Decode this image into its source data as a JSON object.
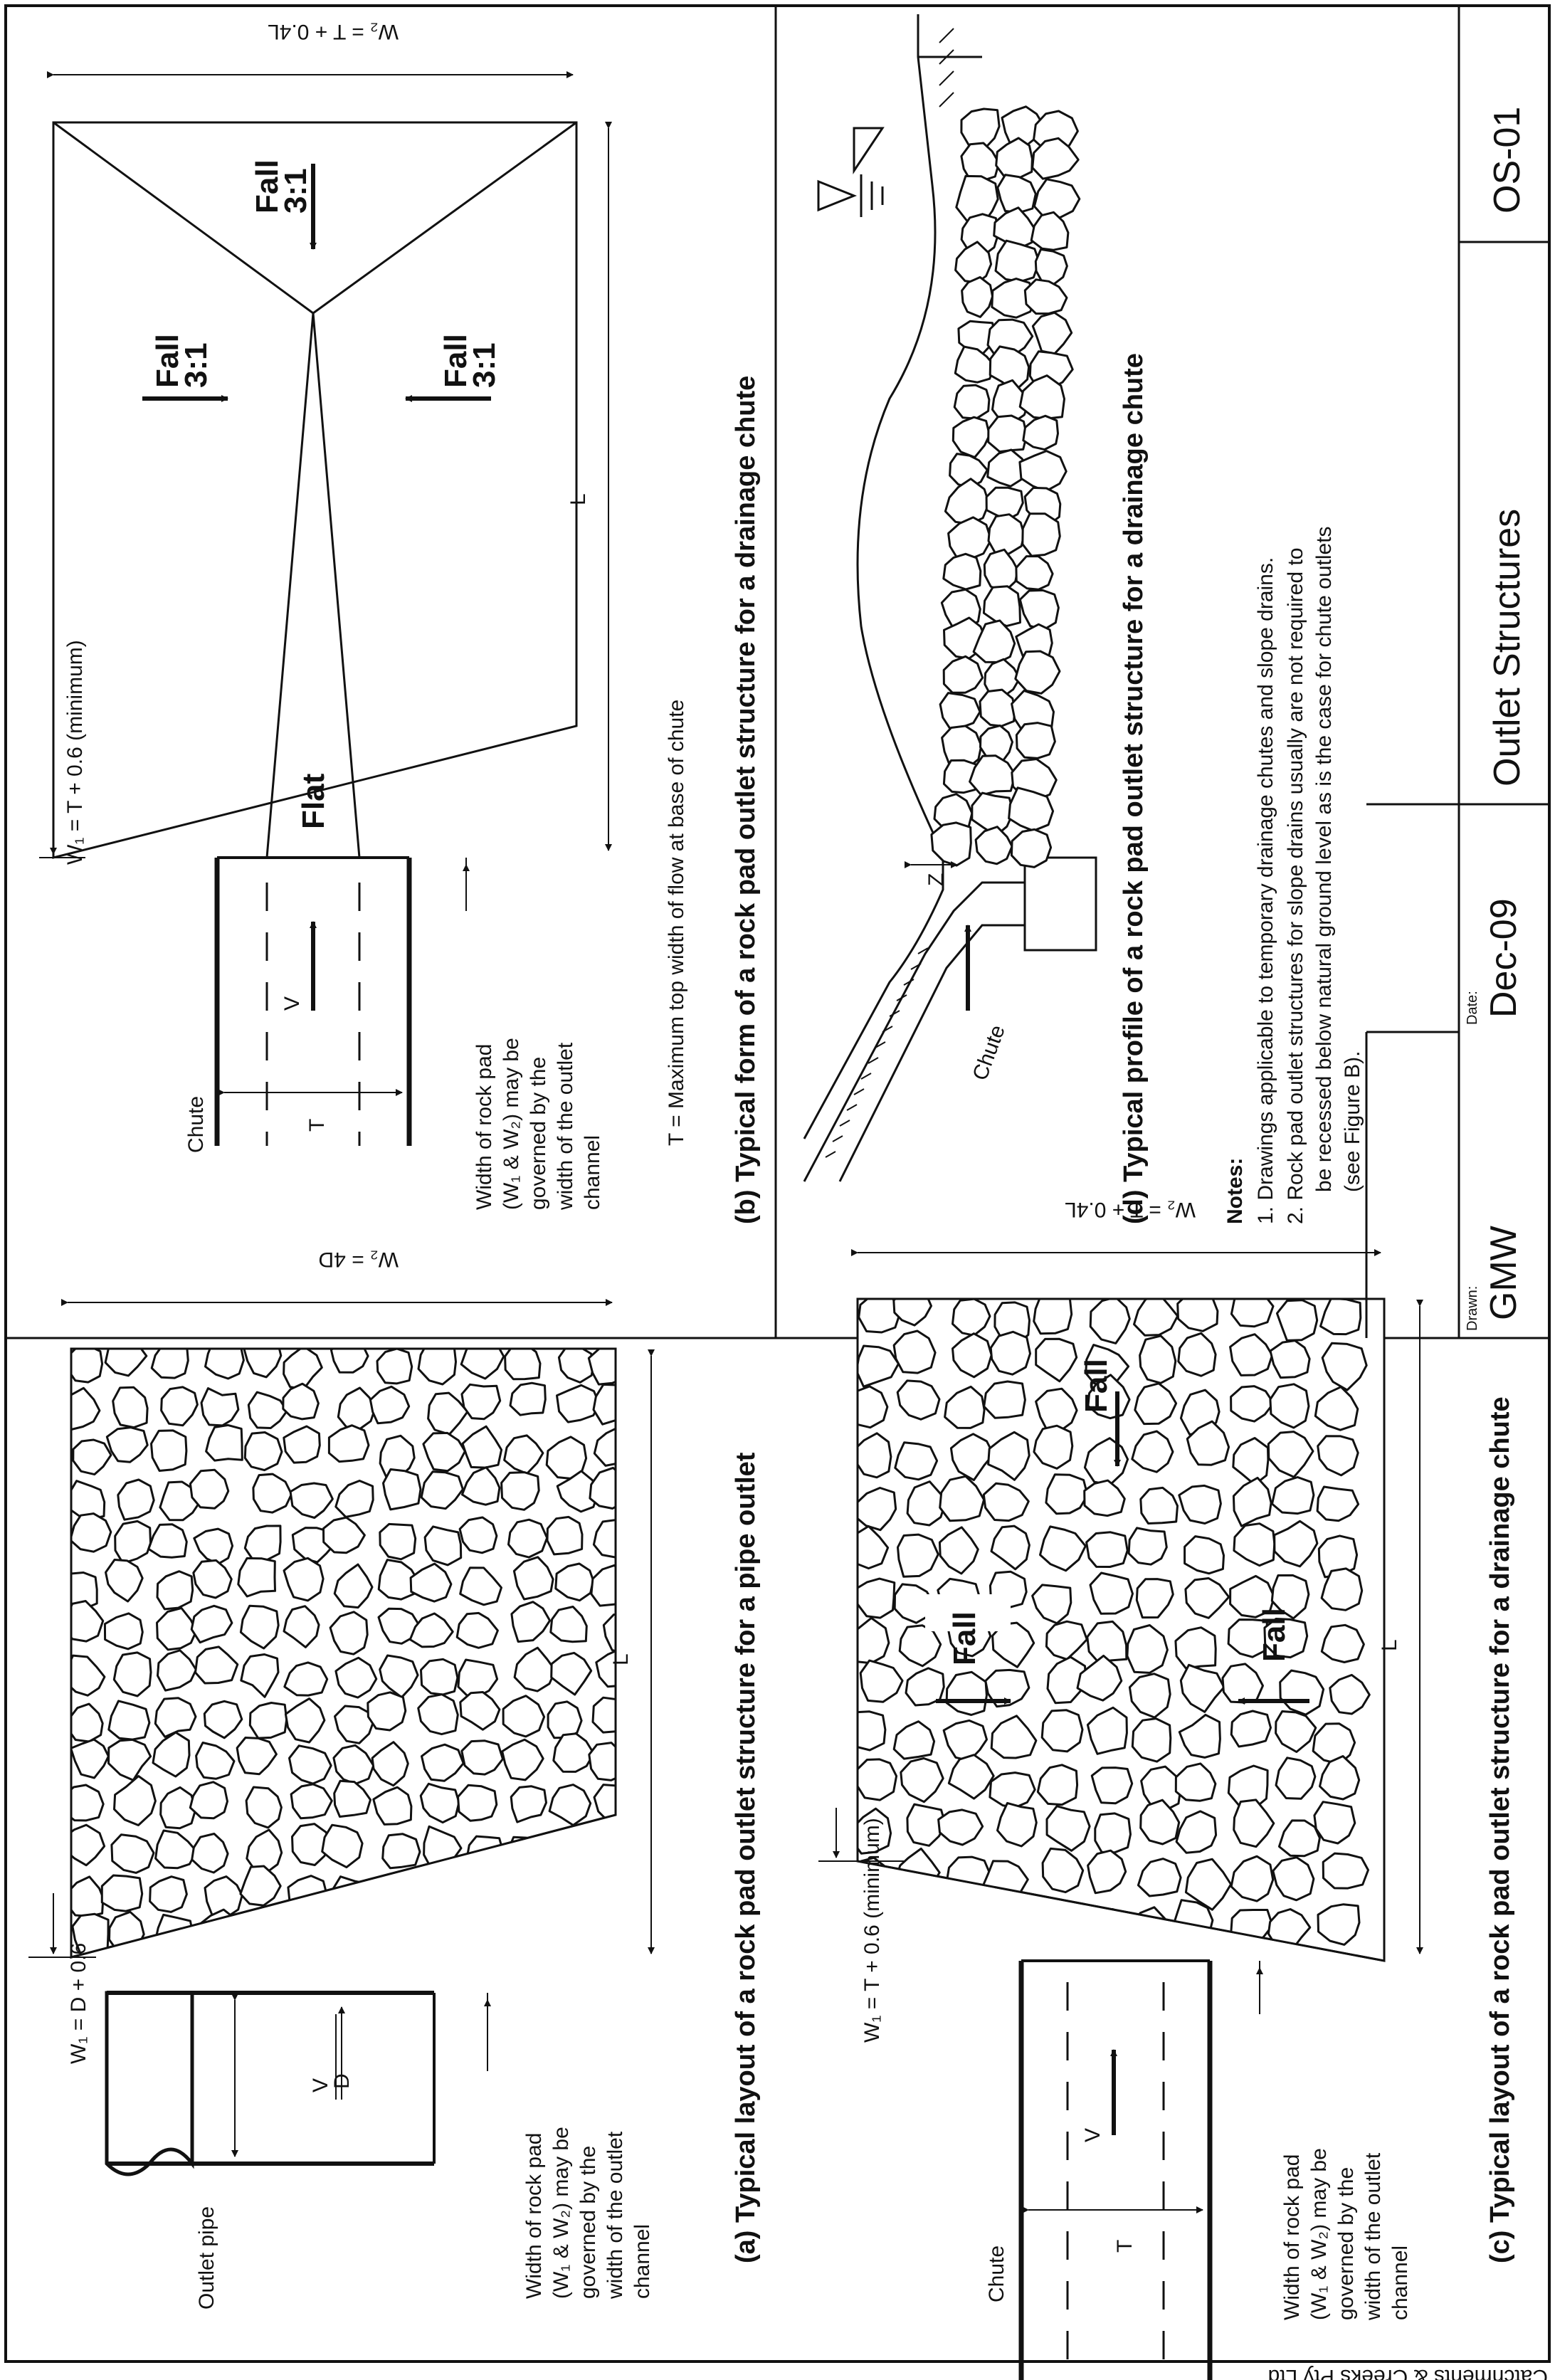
{
  "copyright": "Catchments & Creeks Pty Ltd",
  "title_block": {
    "drawn_label": "Drawn:",
    "drawn_value": "GMW",
    "date_label": "Date:",
    "date_value": "Dec-09",
    "title": "Outlet Structures",
    "drawing_no": "OS-01"
  },
  "notes": {
    "heading": "Notes:",
    "lines": [
      "1.  Drawings applicable to temporary drainage chutes and slope drains.",
      "2.  Rock pad outlet structures for slope drains usually are not required to",
      "be recessed below natural ground level as is the case for chute outlets",
      "(see Figure B)."
    ]
  },
  "panel_a": {
    "caption": "(a) Typical layout of a rock pad outlet structure for a pipe outlet",
    "outlet_pipe": "Outlet pipe",
    "d": "D",
    "v": "V",
    "w1": "W₁ = D + 0.6",
    "w2": "W₂ = 4D",
    "l": "L",
    "width_note": [
      "Width of rock pad",
      "(W₁ & W₂) may be",
      "governed by the",
      "width of the outlet",
      "channel"
    ]
  },
  "panel_b": {
    "caption": "(b) Typical form of a rock pad outlet structure for a drainage chute",
    "chute": "Chute",
    "t": "T",
    "v": "V",
    "w1": "W₁ = T + 0.6  (minimum)",
    "w2": "W₂ = T + 0.4L",
    "l": "L",
    "flat": "Flat",
    "fall": "Fall",
    "slope": "3:1",
    "t_note": "T = Maximum top width of flow at base of chute",
    "width_note": [
      "Width of rock pad",
      "(W₁ & W₂) may be",
      "governed by the",
      "width of the outlet",
      "channel"
    ]
  },
  "panel_c": {
    "caption": "(c) Typical layout of a rock pad outlet structure for a drainage chute",
    "chute": "Chute",
    "t": "T",
    "v": "V",
    "w1": "W₁ = T + 0.6  (minimum)",
    "w2": "W₂ = T + 0.4L",
    "l": "L",
    "fall": "Fall",
    "width_note": [
      "Width of rock pad",
      "(W₁ & W₂) may be",
      "governed by the",
      "width of the outlet",
      "channel"
    ]
  },
  "panel_d": {
    "caption": "(d) Typical profile of a rock pad outlet structure for a drainage chute",
    "chute": "Chute",
    "z": "Z"
  }
}
